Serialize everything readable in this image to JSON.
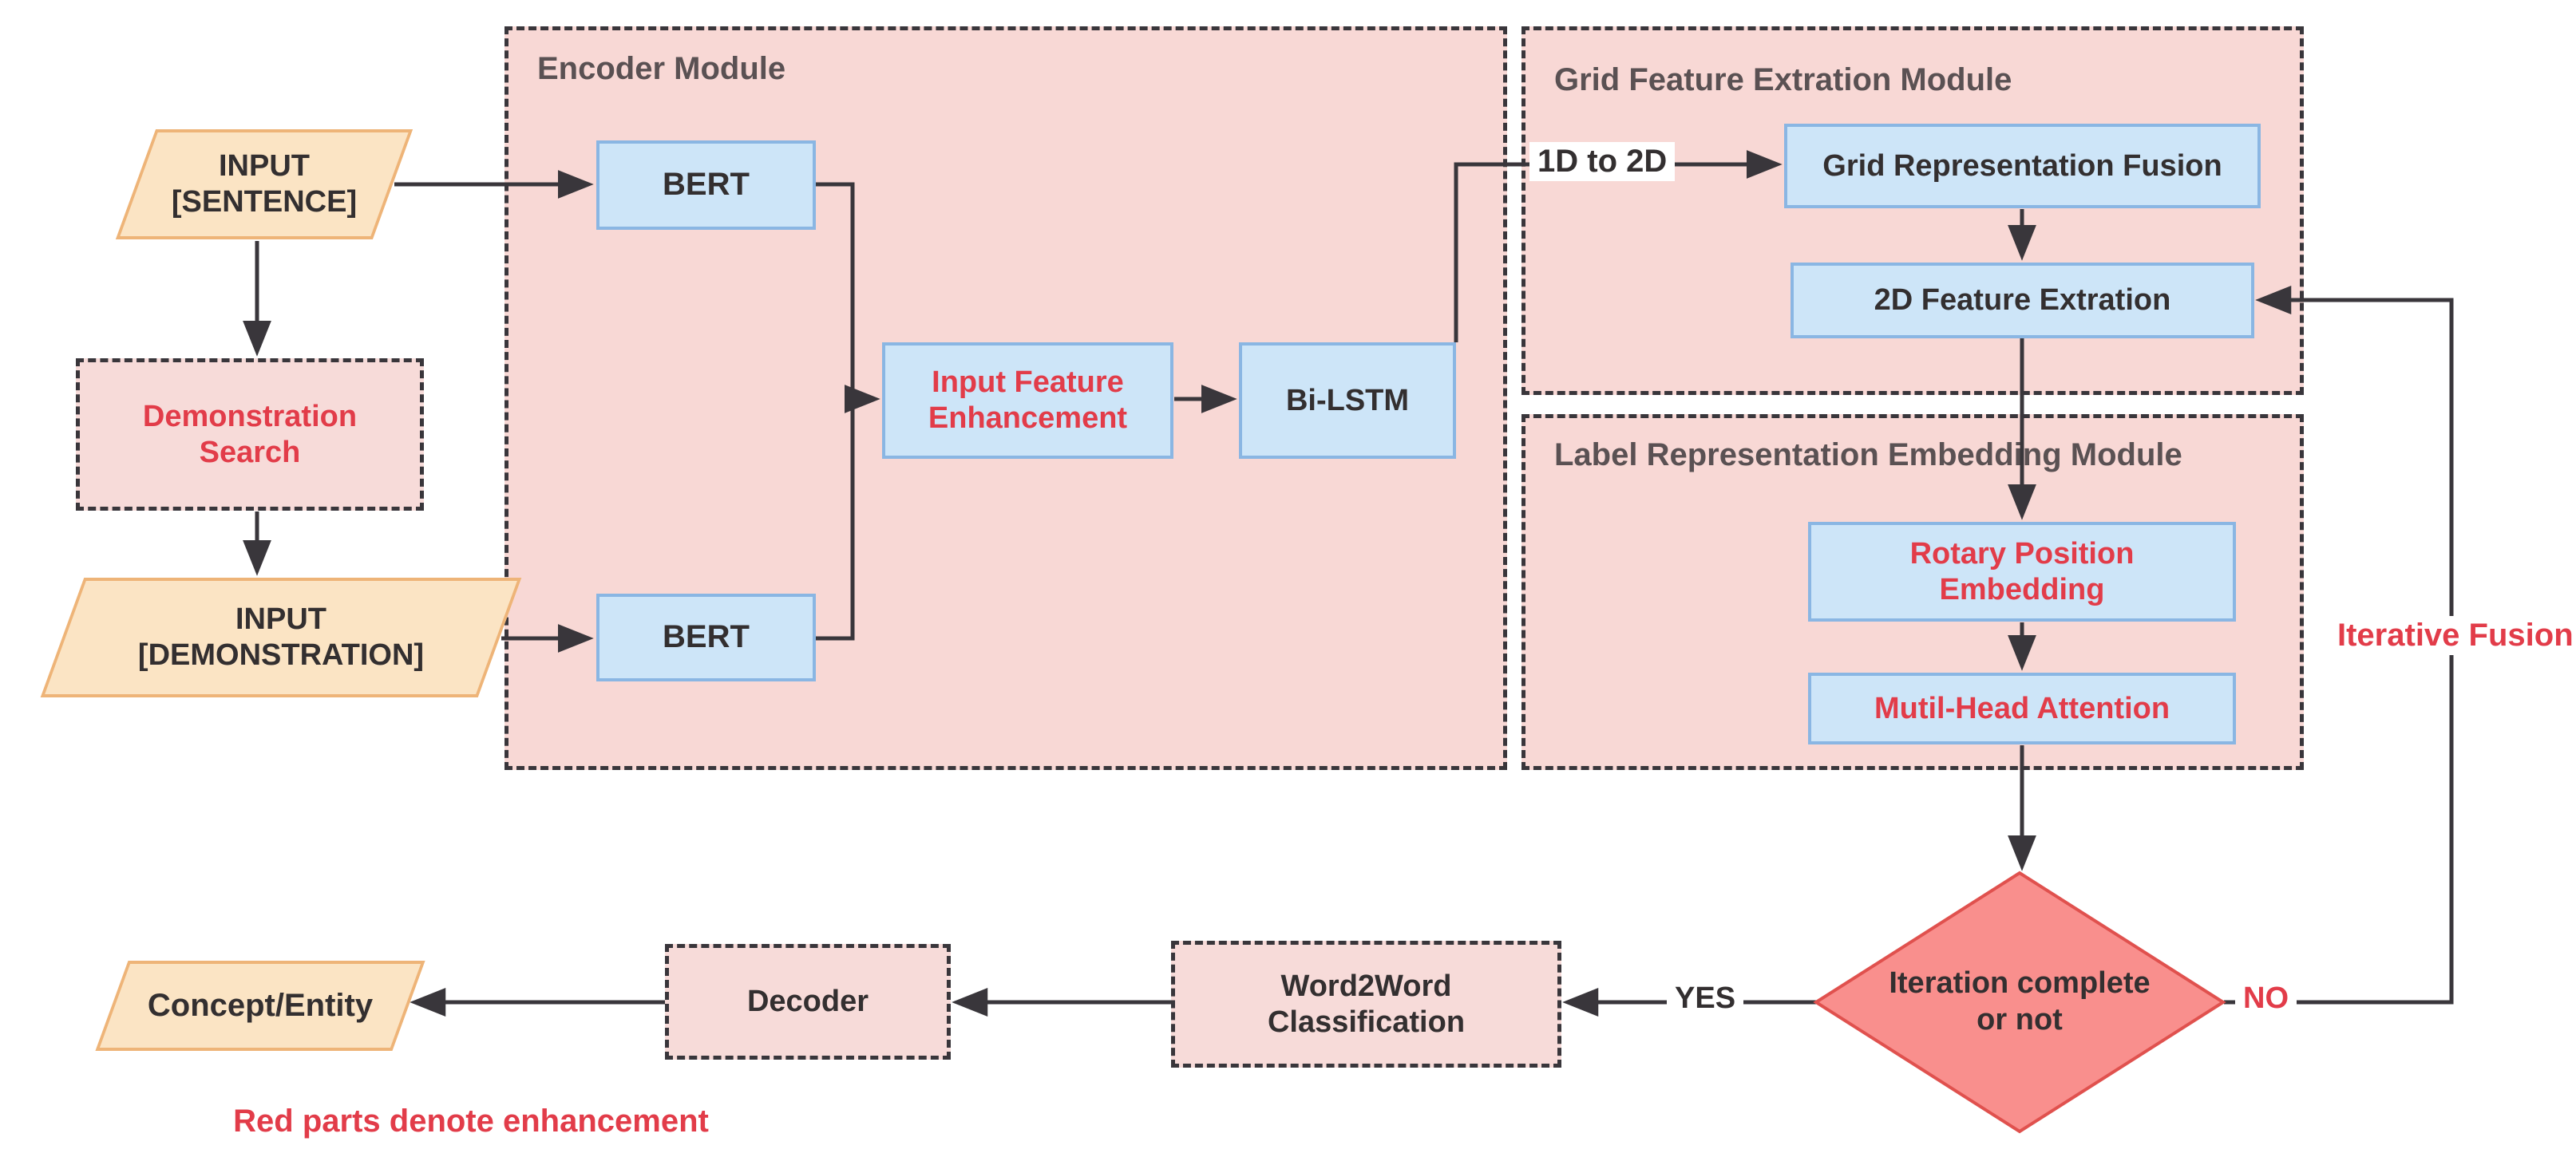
{
  "figure": {
    "caption": "Red parts denote enhancement"
  },
  "modules": {
    "encoder": {
      "title": "Encoder Module"
    },
    "grid": {
      "title": "Grid Feature Extration Module"
    },
    "label_embedding": {
      "title": "Label Representation Embedding Module"
    }
  },
  "nodes": {
    "input_sentence": {
      "label": "INPUT\n[SENTENCE]",
      "shape": "parallelogram"
    },
    "demonstration_search": {
      "label": "Demonstration\nSearch",
      "shape": "dashed-box"
    },
    "input_demonstration": {
      "label": "INPUT\n[DEMONSTRATION]",
      "shape": "parallelogram"
    },
    "bert_top": {
      "label": "BERT",
      "shape": "process"
    },
    "bert_bottom": {
      "label": "BERT",
      "shape": "process"
    },
    "input_feature_enhancement": {
      "label": "Input Feature\nEnhancement",
      "shape": "process"
    },
    "bilstm": {
      "label": "Bi-LSTM",
      "shape": "process"
    },
    "grid_representation_fusion": {
      "label": "Grid Representation Fusion",
      "shape": "process"
    },
    "feature_extraction_2d": {
      "label": "2D Feature Extration",
      "shape": "process"
    },
    "rotary_position_embedding": {
      "label": "Rotary Position\nEmbedding",
      "shape": "process"
    },
    "mutil_head_attention": {
      "label": "Mutil-Head Attention",
      "shape": "process"
    },
    "iteration_decision": {
      "label": "Iteration complete\nor not",
      "shape": "decision"
    },
    "word2word_classification": {
      "label": "Word2Word\nClassification",
      "shape": "dashed-box"
    },
    "decoder": {
      "label": "Decoder",
      "shape": "dashed-box"
    },
    "concept_entity": {
      "label": "Concept/Entity",
      "shape": "parallelogram"
    }
  },
  "edge_labels": {
    "one_d_to_two_d": "1D to 2D",
    "yes": "YES",
    "no": "NO",
    "iterative_fusion": "Iterative Fusion"
  },
  "colors": {
    "red_accent": "#e23c49",
    "text_dark": "#332f30",
    "title_color": "#5a5153",
    "line_color": "#39363b",
    "module_fill": "#f8d8d5",
    "dashed_box_fill": "#f7dbd9",
    "box_blue_fill": "#cde5f8",
    "box_blue_border": "#8ab6e3",
    "parallelogram_fill": "#fbe4c4",
    "parallelogram_border": "#eeb478",
    "diamond_fill": "#f98f8d",
    "diamond_border": "#e0514e"
  }
}
